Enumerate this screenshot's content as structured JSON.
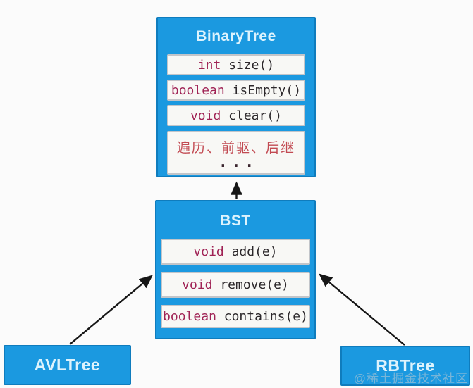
{
  "colors": {
    "node_blue": "#1b99e0",
    "node_border": "#0f7cbd",
    "title_text": "#ddf3fd",
    "method_bg": "#f8f8f5",
    "method_border": "#c2c5c9",
    "keyword": "#a02355",
    "code_text": "#2c282b",
    "note_text": "#c24a52",
    "arrow": "#161616",
    "background": "#fbfbfb"
  },
  "nodes": {
    "binary_tree": {
      "title": "BinaryTree",
      "methods": [
        {
          "keyword": "int",
          "rest": " size()"
        },
        {
          "keyword": "boolean",
          "rest": " isEmpty()"
        },
        {
          "keyword": "void",
          "rest": " clear()"
        }
      ],
      "note": {
        "line1": "遍历、前驱、后继",
        "line2": "..."
      }
    },
    "bst": {
      "title": "BST",
      "methods": [
        {
          "keyword": "void",
          "rest": " add(e)"
        },
        {
          "keyword": "void",
          "rest": " remove(e)"
        },
        {
          "keyword": "boolean",
          "rest": " contains(e)"
        }
      ]
    },
    "avl_tree": {
      "title": "AVLTree"
    },
    "rb_tree": {
      "title": "RBTree"
    }
  },
  "edges": [
    {
      "from": "BST",
      "to": "BinaryTree"
    },
    {
      "from": "AVLTree",
      "to": "BST"
    },
    {
      "from": "RBTree",
      "to": "BST"
    }
  ],
  "watermark": "@稀土掘金技术社区"
}
